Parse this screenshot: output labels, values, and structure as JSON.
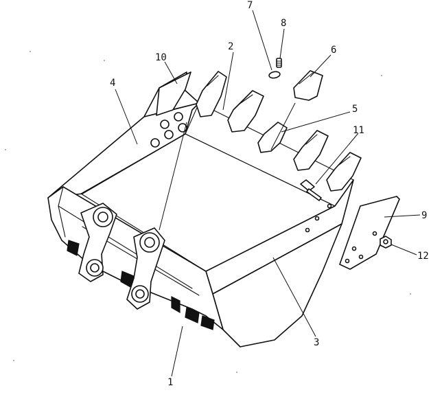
{
  "callouts": [
    {
      "id": "p1",
      "label": "1"
    },
    {
      "id": "p2",
      "label": "2"
    },
    {
      "id": "p3",
      "label": "3"
    },
    {
      "id": "p4",
      "label": "4"
    },
    {
      "id": "p5",
      "label": "5"
    },
    {
      "id": "p6",
      "label": "6"
    },
    {
      "id": "p7",
      "label": "7"
    },
    {
      "id": "p8",
      "label": "8"
    },
    {
      "id": "p9",
      "label": "9"
    },
    {
      "id": "p10",
      "label": "10"
    },
    {
      "id": "p11",
      "label": "11"
    },
    {
      "id": "p12",
      "label": "12"
    }
  ],
  "colors": {
    "line": "#111111",
    "background": "#ffffff"
  }
}
